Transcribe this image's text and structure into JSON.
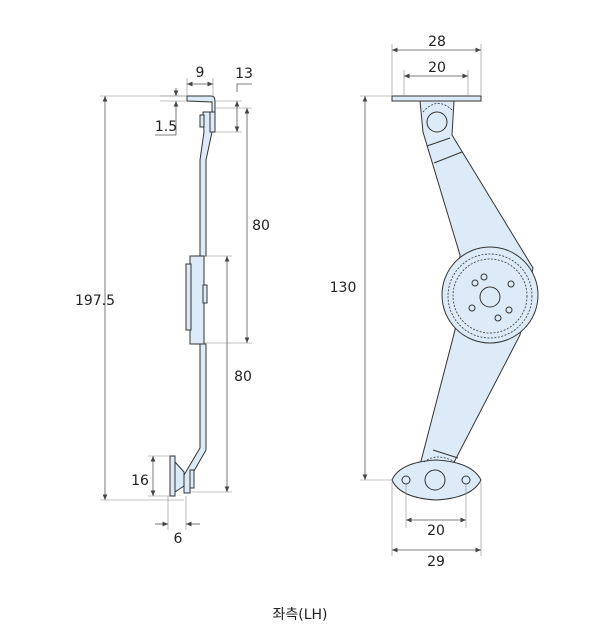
{
  "left_view": {
    "dims": {
      "overall_height": "197.5",
      "top_flange_width": "9",
      "top_offset": "13",
      "thickness": "1.5",
      "upper_span": "80",
      "lower_span": "80",
      "foot_height": "16",
      "foot_width": "6"
    }
  },
  "right_view": {
    "dims": {
      "top_plate_width": "28",
      "top_hole_spacing": "20",
      "height": "130",
      "bottom_hole_spacing": "20",
      "bottom_plate_width": "29"
    }
  },
  "caption": "좌측(LH)",
  "colors": {
    "part_fill": "#dcebf7",
    "line": "#333333"
  }
}
